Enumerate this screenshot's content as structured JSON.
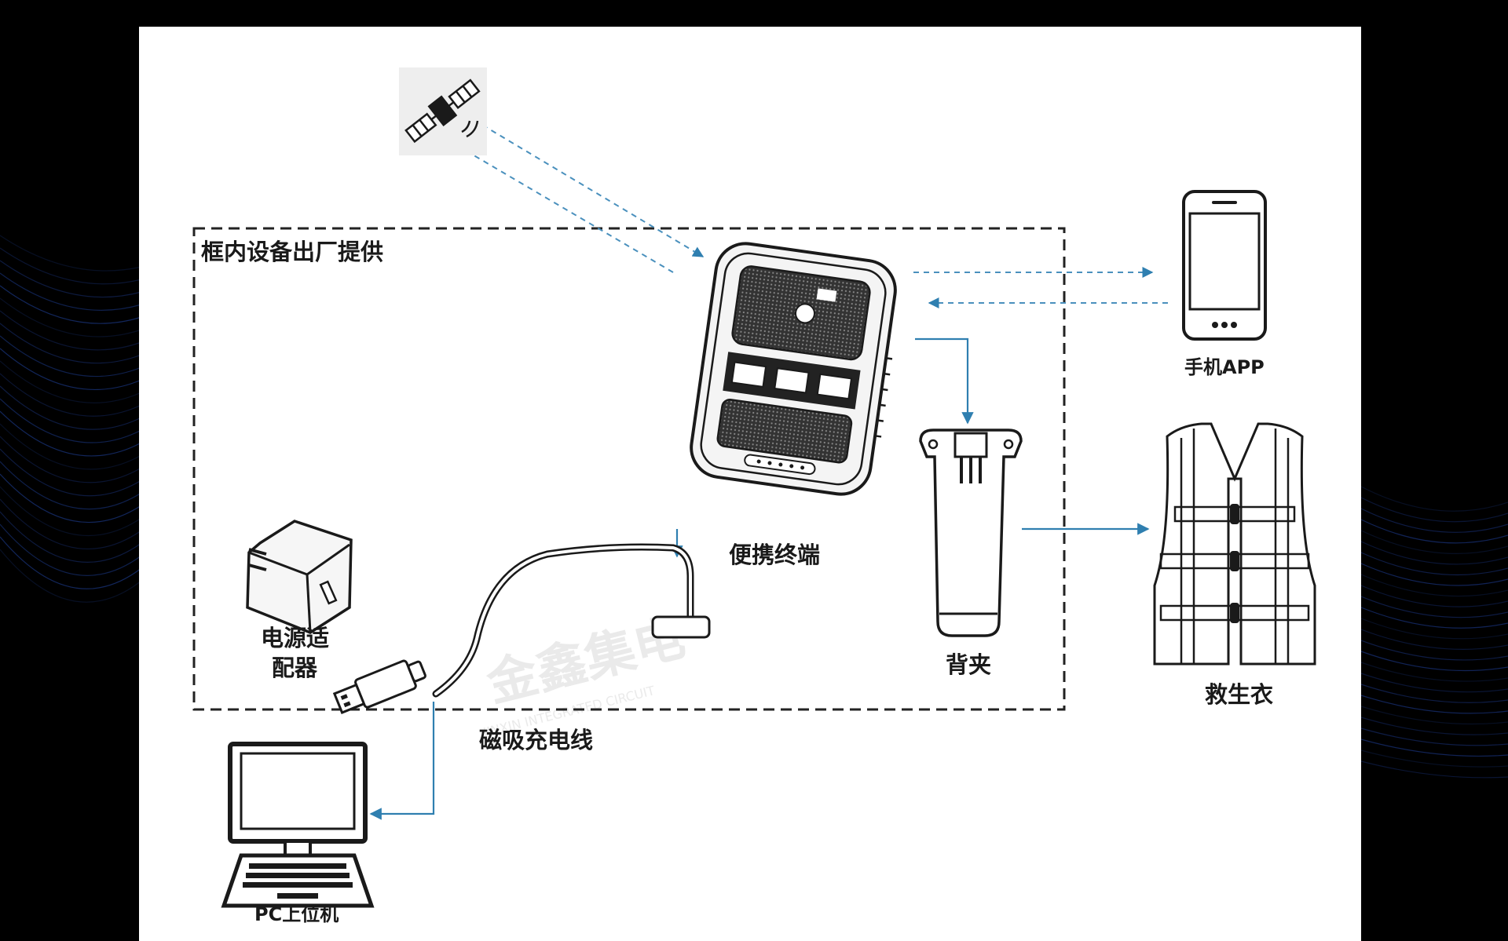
{
  "colors": {
    "arrow": "#2f7fb0",
    "dashed_link": "#4a90bd",
    "line_art": "#1a1a1a",
    "frame": "#222222",
    "panel": "#ffffff",
    "background": "#000000",
    "background_wave": "#1c3a8c",
    "watermark": "#e8e8e8"
  },
  "diagram": {
    "frame_label": "框内设备出厂提供",
    "nodes": {
      "satellite": {
        "icon": "satellite-icon"
      },
      "terminal": {
        "label": "便携终端",
        "icon": "portable-terminal-icon"
      },
      "phone": {
        "label": "手机APP",
        "icon": "smartphone-icon"
      },
      "clip": {
        "label": "背夹",
        "icon": "back-clip-icon"
      },
      "vest": {
        "label": "救生衣",
        "icon": "life-vest-icon"
      },
      "adapter": {
        "label_line1": "电源适",
        "label_line2": "配器",
        "icon": "power-adapter-icon"
      },
      "cable": {
        "label": "磁吸充电线",
        "icon": "magnetic-charging-cable-icon"
      },
      "pc": {
        "label": "PC上位机",
        "icon": "computer-icon"
      }
    },
    "watermark": {
      "text": "金鑫集电",
      "subtext": "JINXIN INTEGRATED CIRCUIT"
    }
  }
}
